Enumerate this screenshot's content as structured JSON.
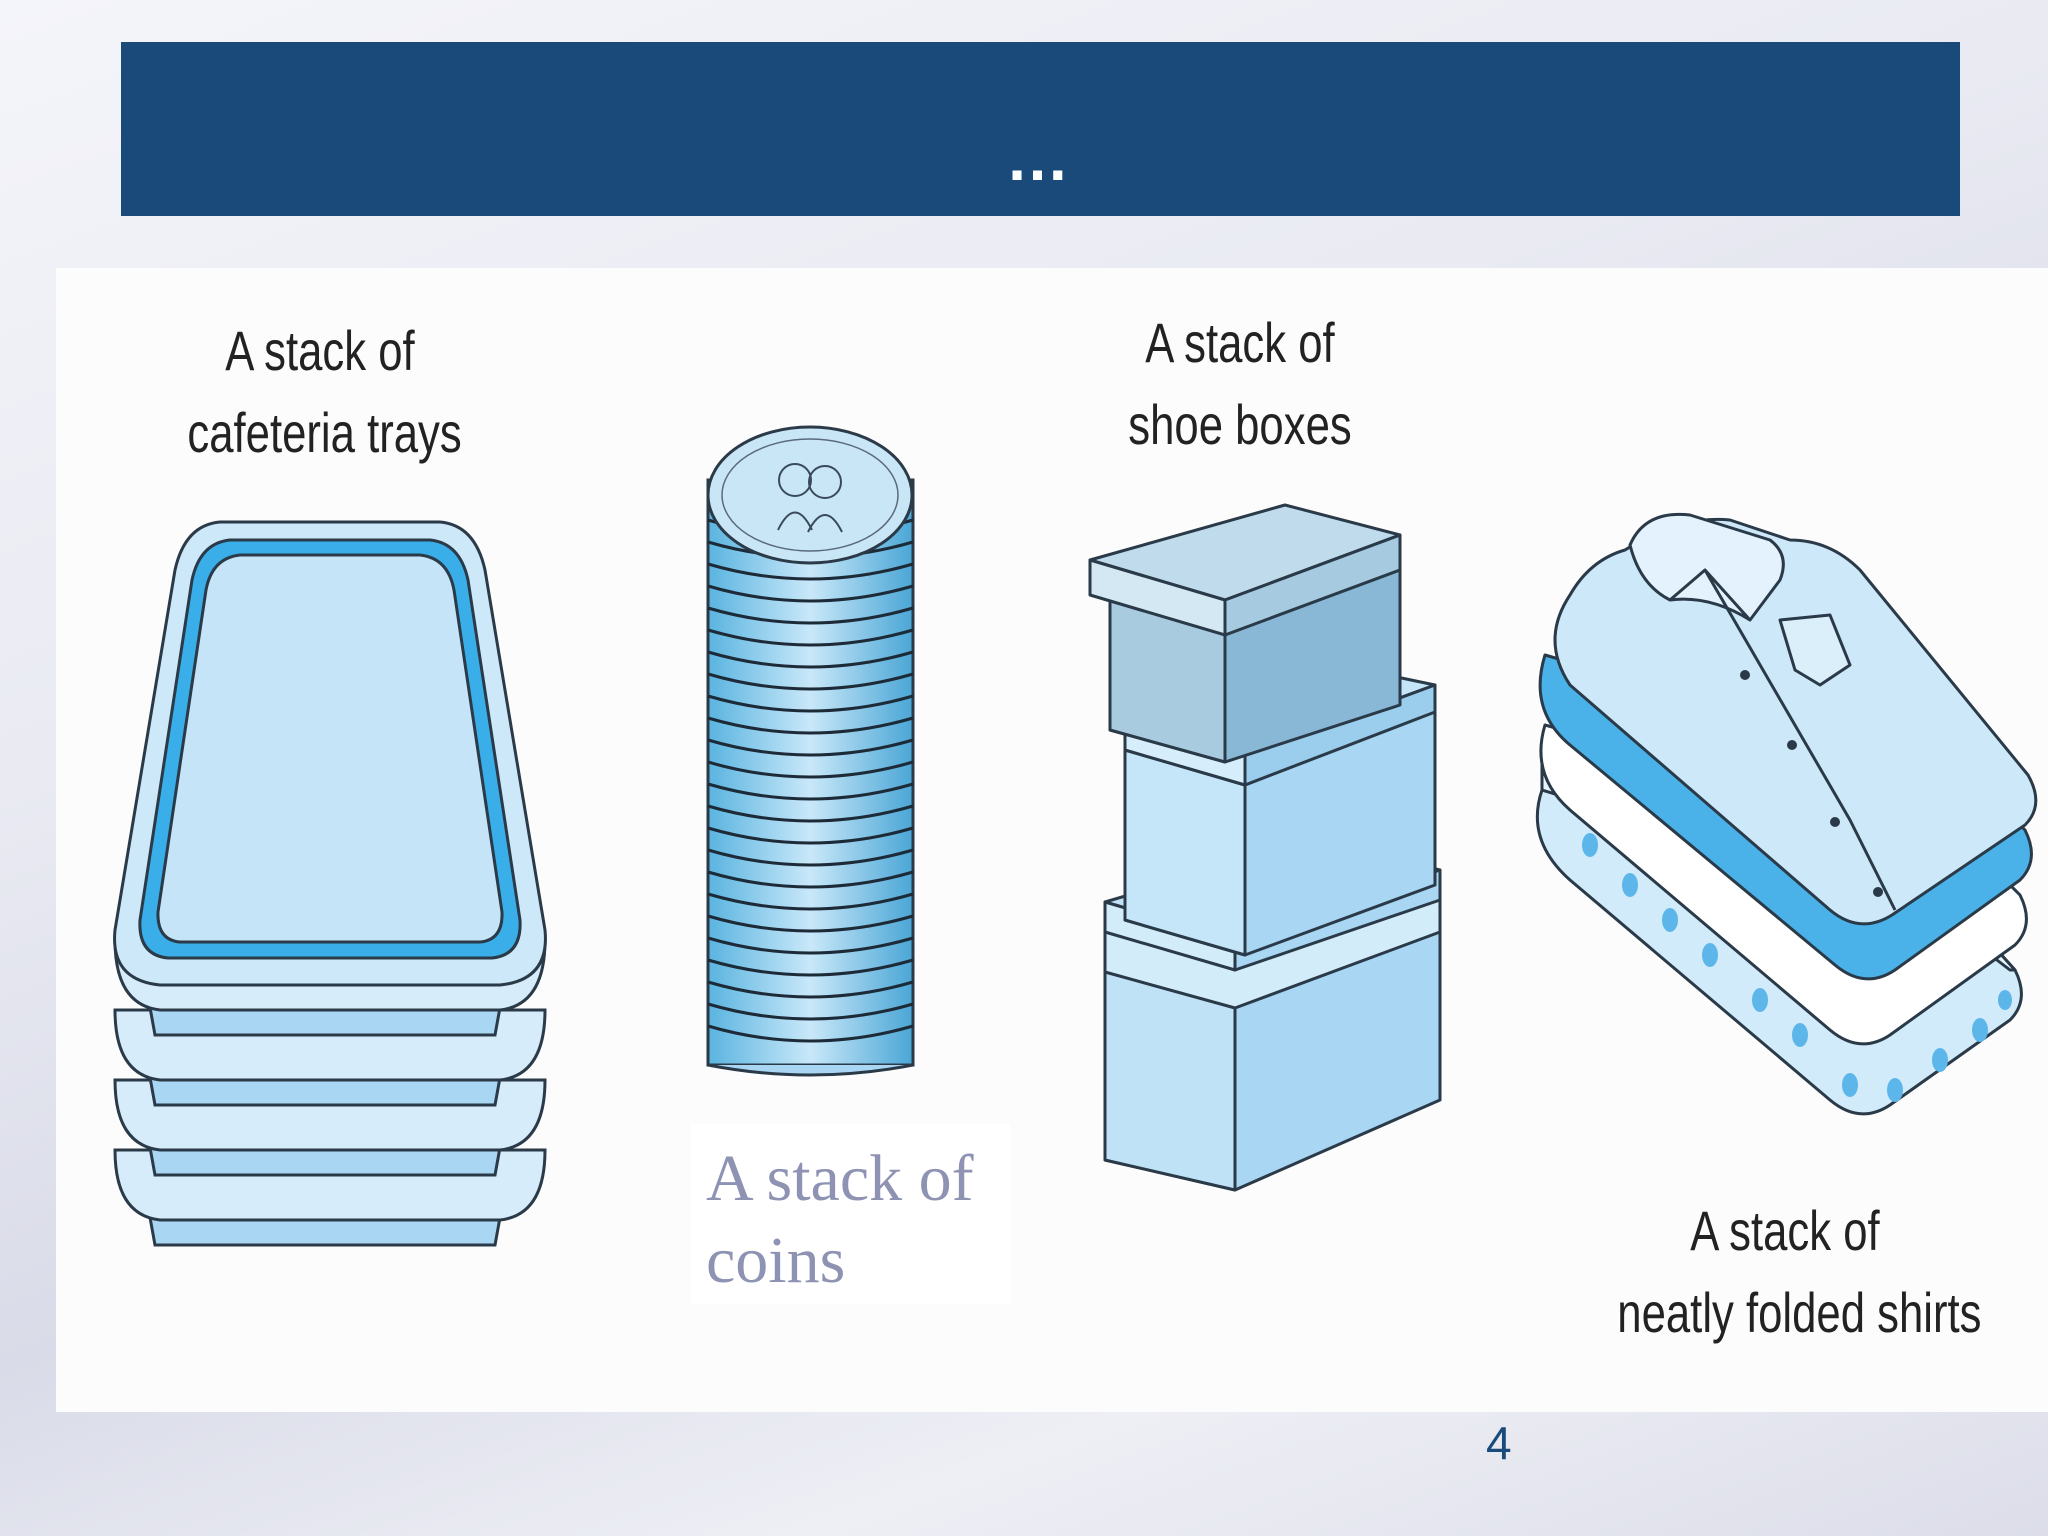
{
  "slide": {
    "title": "…",
    "page_number": "4"
  },
  "labels": {
    "trays": [
      "A stack of",
      "cafeteria trays"
    ],
    "coins": [
      "A stack of",
      "coins"
    ],
    "boxes": [
      "A stack of",
      "shoe boxes"
    ],
    "shirts": [
      "A stack of",
      "neatly folded shirts"
    ]
  },
  "colors": {
    "title_bar": "#1a4a7a",
    "illustration_blue": "#9fd0ef",
    "coins_label": "#8f93b3"
  }
}
